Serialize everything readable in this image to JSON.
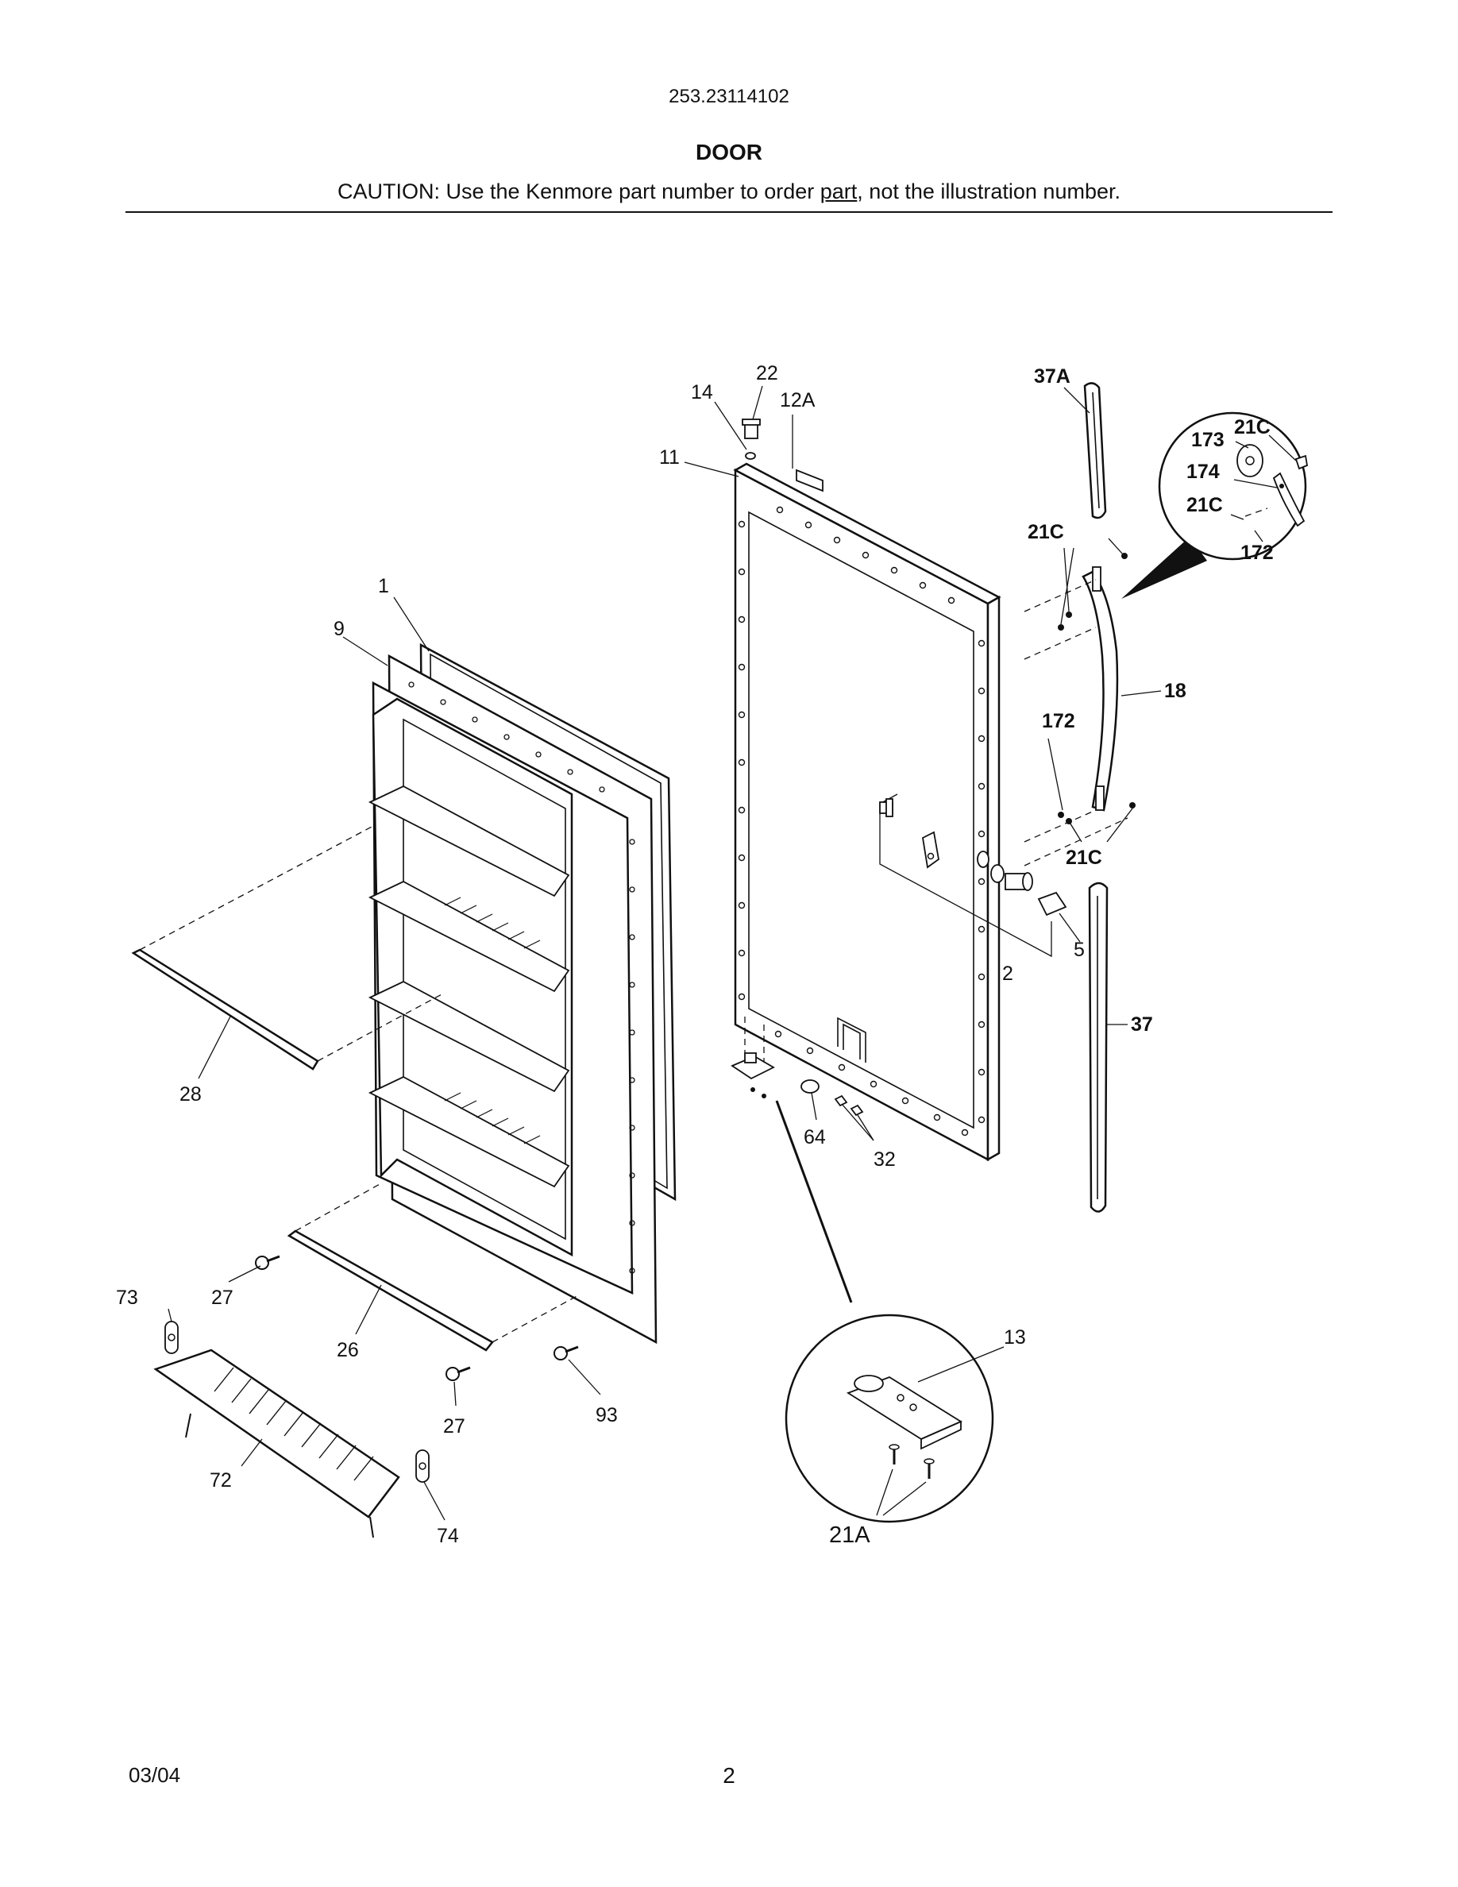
{
  "header": {
    "model": "253.23114102",
    "title": "DOOR",
    "caution_pre": "CAUTION: Use the Kenmore part number to order ",
    "caution_part": "part",
    "caution_post": ", not the illustration number."
  },
  "callouts": {
    "c22": "22",
    "c14": "14",
    "c12A": "12A",
    "c11": "11",
    "c37A": "37A",
    "c173": "173",
    "c21C_a": "21C",
    "c174": "174",
    "c21C_b": "21C",
    "c172_a": "172",
    "c21C_c": "21C",
    "c1": "1",
    "c9": "9",
    "c18": "18",
    "c172_b": "172",
    "c21C_d": "21C",
    "c5": "5",
    "c2": "2",
    "c37": "37",
    "c28": "28",
    "c64": "64",
    "c32": "32",
    "c73": "73",
    "c27_a": "27",
    "c26": "26",
    "c13": "13",
    "c27_b": "27",
    "c93": "93",
    "c72": "72",
    "c74": "74",
    "c21A": "21A"
  },
  "footer": {
    "date": "03/04",
    "page": "2"
  }
}
